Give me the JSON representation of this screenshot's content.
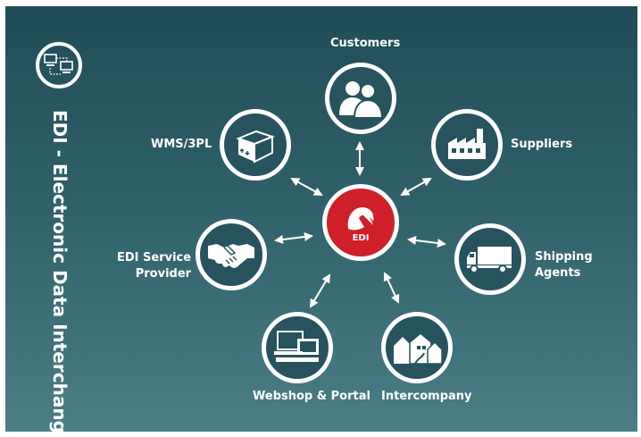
{
  "title": "EDI - Electronic Data Interchange",
  "center": {
    "label": "EDI",
    "icon": "edi-logo-icon",
    "color": "#cf1f28"
  },
  "nodes": {
    "customers": {
      "label": "Customers",
      "icon": "customers-icon"
    },
    "wms": {
      "label": "WMS/3PL",
      "icon": "box-icon"
    },
    "suppliers": {
      "label": "Suppliers",
      "icon": "factory-icon"
    },
    "edi_service": {
      "line1": "EDI Service",
      "line2": "Provider",
      "icon": "handshake-icon"
    },
    "shipping": {
      "line1": "Shipping",
      "line2": "Agents",
      "icon": "truck-icon"
    },
    "webshop": {
      "label": "Webshop & Portal",
      "icon": "computer-icon"
    },
    "intercompany": {
      "label": "Intercompany",
      "icon": "houses-icon"
    }
  },
  "colors": {
    "background_top": "#1f4c58",
    "background_bottom": "#4a7e85",
    "accent": "#cf1f28",
    "stroke": "#ffffff"
  }
}
